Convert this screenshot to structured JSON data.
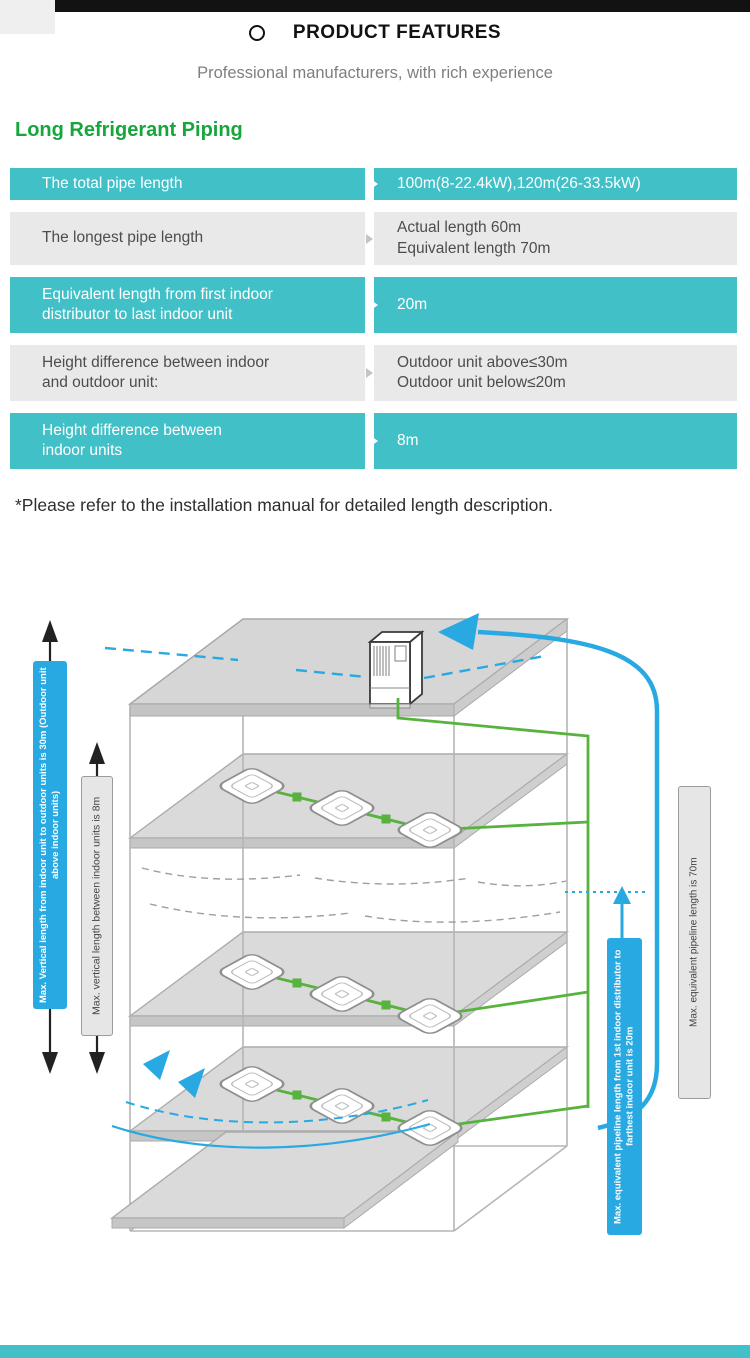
{
  "page": {
    "header": {
      "title": "PRODUCT FEATURES",
      "subtitle": "Professional manufacturers, with rich experience"
    },
    "section_title": "Long Refrigerant Piping",
    "note": "*Please refer to the installation manual for detailed length description."
  },
  "spec_table": {
    "rows": [
      {
        "style": "teal",
        "label_lines": [
          "The total pipe length"
        ],
        "value_lines": [
          "100m(8-22.4kW),120m(26-33.5kW)"
        ]
      },
      {
        "style": "gray",
        "label_lines": [
          "The longest pipe length"
        ],
        "value_lines": [
          "Actual length 60m",
          "Equivalent length 70m"
        ]
      },
      {
        "style": "teal",
        "label_lines": [
          "Equivalent length from first indoor",
          "distributor to last indoor unit"
        ],
        "value_lines": [
          "20m"
        ]
      },
      {
        "style": "gray",
        "label_lines": [
          "Height difference between indoor",
          "and outdoor unit:"
        ],
        "value_lines": [
          "Outdoor unit above≤30m",
          "Outdoor unit below≤20m"
        ]
      },
      {
        "style": "teal",
        "label_lines": [
          "Height difference between",
          "indoor units"
        ],
        "value_lines": [
          "8m"
        ]
      }
    ]
  },
  "diagram": {
    "labels": {
      "vertical_indoor_outdoor": "Max. Vertical length from indoor unit to outdoor units is 30m (Outdoor unit above indoor units)",
      "vertical_between_indoor": "Max. vertical length between indoor units is 8m",
      "equivalent_distributor": "Max. equivalent pipeline length from 1st indoor distributor to farthest indoor unit is 20m",
      "equivalent_total": "Max. equivalent pipeline length is 70m"
    }
  },
  "colors": {
    "teal": "#41c0c7",
    "heading_green": "#17a63c",
    "pipe_green": "#57b33e",
    "blue": "#29a9e1",
    "gray_row": "#e9e9e9"
  }
}
